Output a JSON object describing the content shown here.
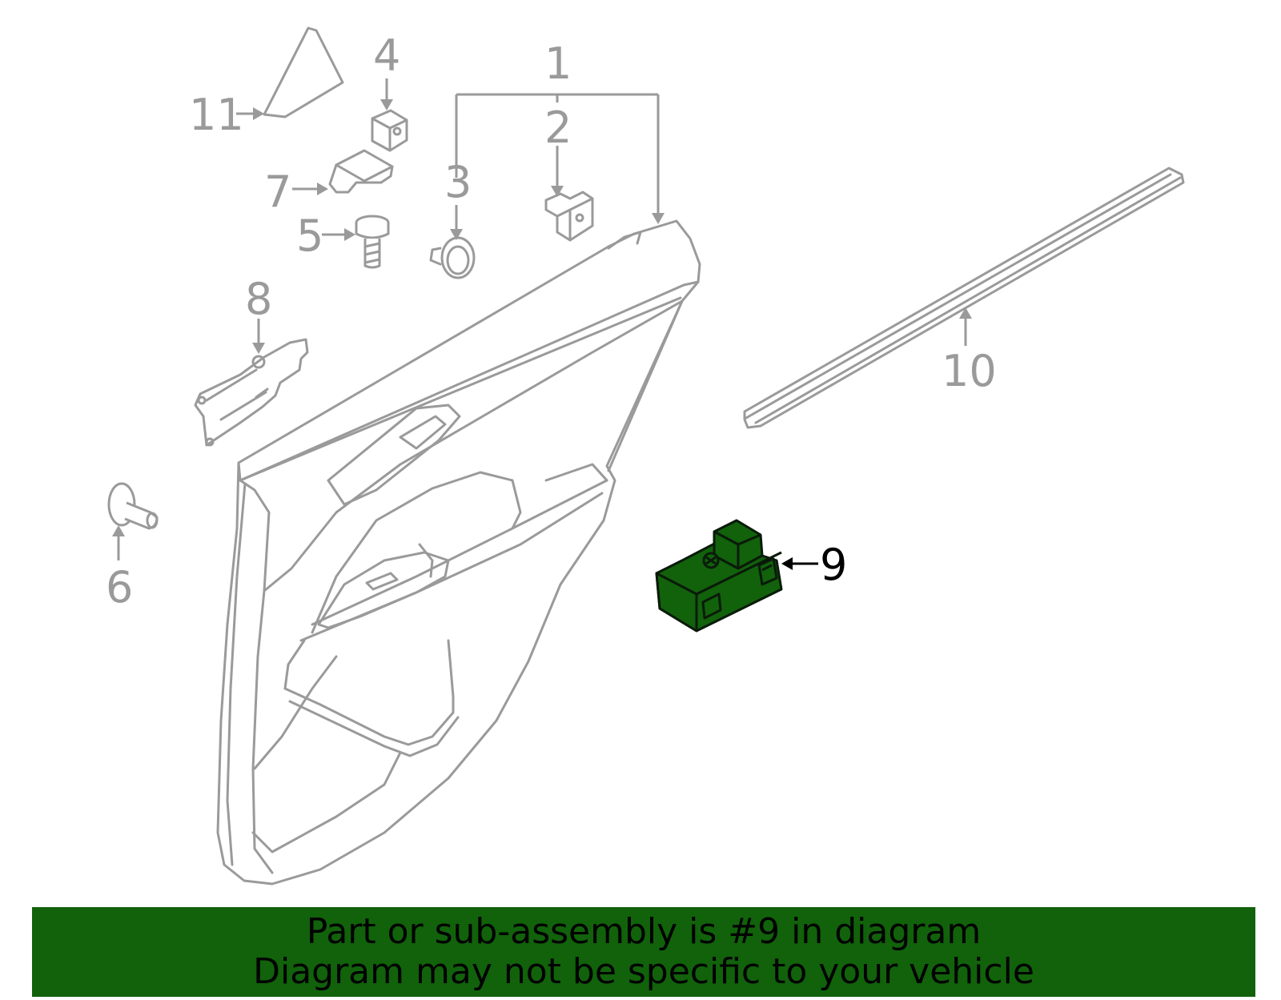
{
  "callouts": {
    "c1": "1",
    "c2": "2",
    "c3": "3",
    "c4": "4",
    "c5": "5",
    "c6": "6",
    "c7": "7",
    "c8": "8",
    "c9": "9",
    "c10": "10",
    "c11": "11"
  },
  "highlight": {
    "part_number": "9",
    "fill_color": "#11620b",
    "banner_color": "#11620b"
  },
  "colors": {
    "line_art": "#9a9a9a",
    "highlight_text": "#000000"
  },
  "banner": {
    "line1": "Part or sub-assembly is #9 in diagram",
    "line2": "Diagram may not be specific to your vehicle"
  }
}
